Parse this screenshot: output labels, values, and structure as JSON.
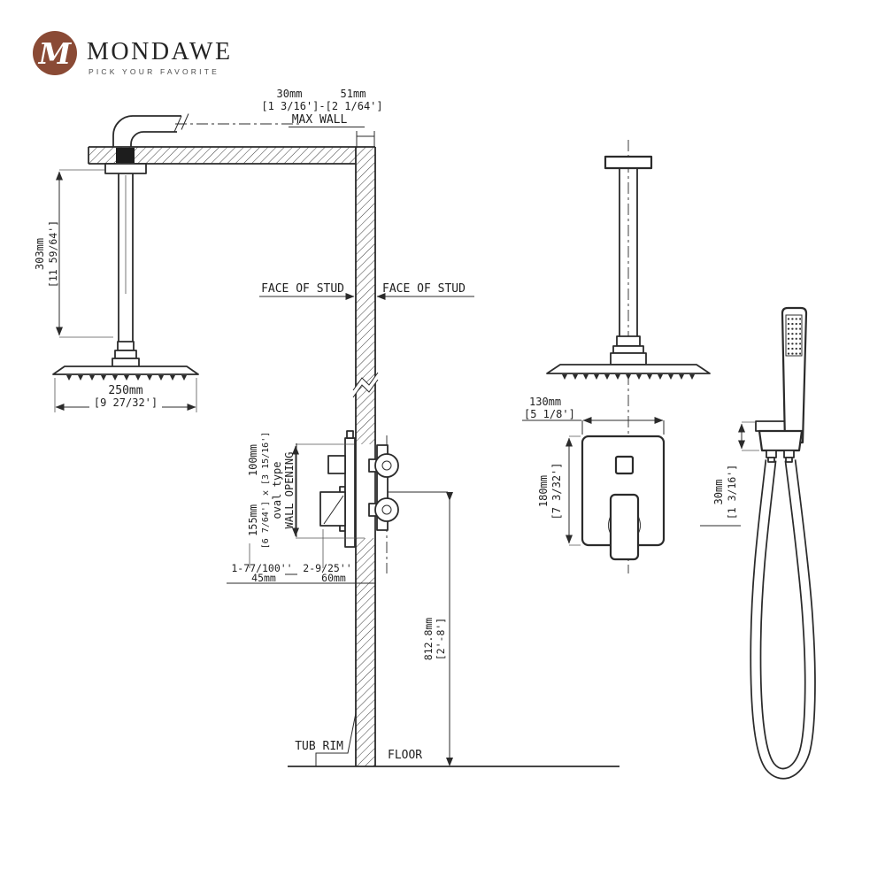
{
  "brand": {
    "name": "MONDAWE",
    "tagline": "PICK YOUR FAVORITE",
    "monogram": "M",
    "logo_color": "#8a4a35"
  },
  "drawing": {
    "line_color": "#2b2b2b",
    "views": {
      "side": {
        "max_wall": {
          "min_mm": "30mm",
          "max_mm": "51mm",
          "range_in": "[1 3/16']-[2 1/64']",
          "label": "MAX WALL"
        },
        "arm_drop": {
          "mm": "303mm",
          "in": "[11 59/64']"
        },
        "head_width": {
          "mm": "250mm",
          "in": "[9 27/32']"
        },
        "face_of_stud_left": "FACE OF STUD",
        "face_of_stud_right": "FACE OF STUD",
        "wall_opening": {
          "width_mm": "155mm",
          "height_mm": "100mm",
          "size_in": "[6 7/64'] x [3 15/16']",
          "type": "oval type",
          "label": "WALL OPENING"
        },
        "valve_depths": {
          "front_in": "1-77/100''",
          "front_mm": "45mm",
          "back_in": "2-9/25''",
          "back_mm": "60mm"
        },
        "valve_height": {
          "mm": "812.8mm",
          "ftin": "[2'-8']"
        },
        "tub_rim_label": "TUB RIM",
        "floor_label": "FLOOR"
      },
      "front": {
        "plate_width": {
          "mm": "130mm",
          "in": "[5 1/8']"
        },
        "plate_height": {
          "mm": "180mm",
          "in": "[7 3/32']"
        }
      },
      "hand_shower": {
        "holder_offset": {
          "mm": "30mm",
          "in": "[1 3/16']"
        }
      }
    }
  }
}
